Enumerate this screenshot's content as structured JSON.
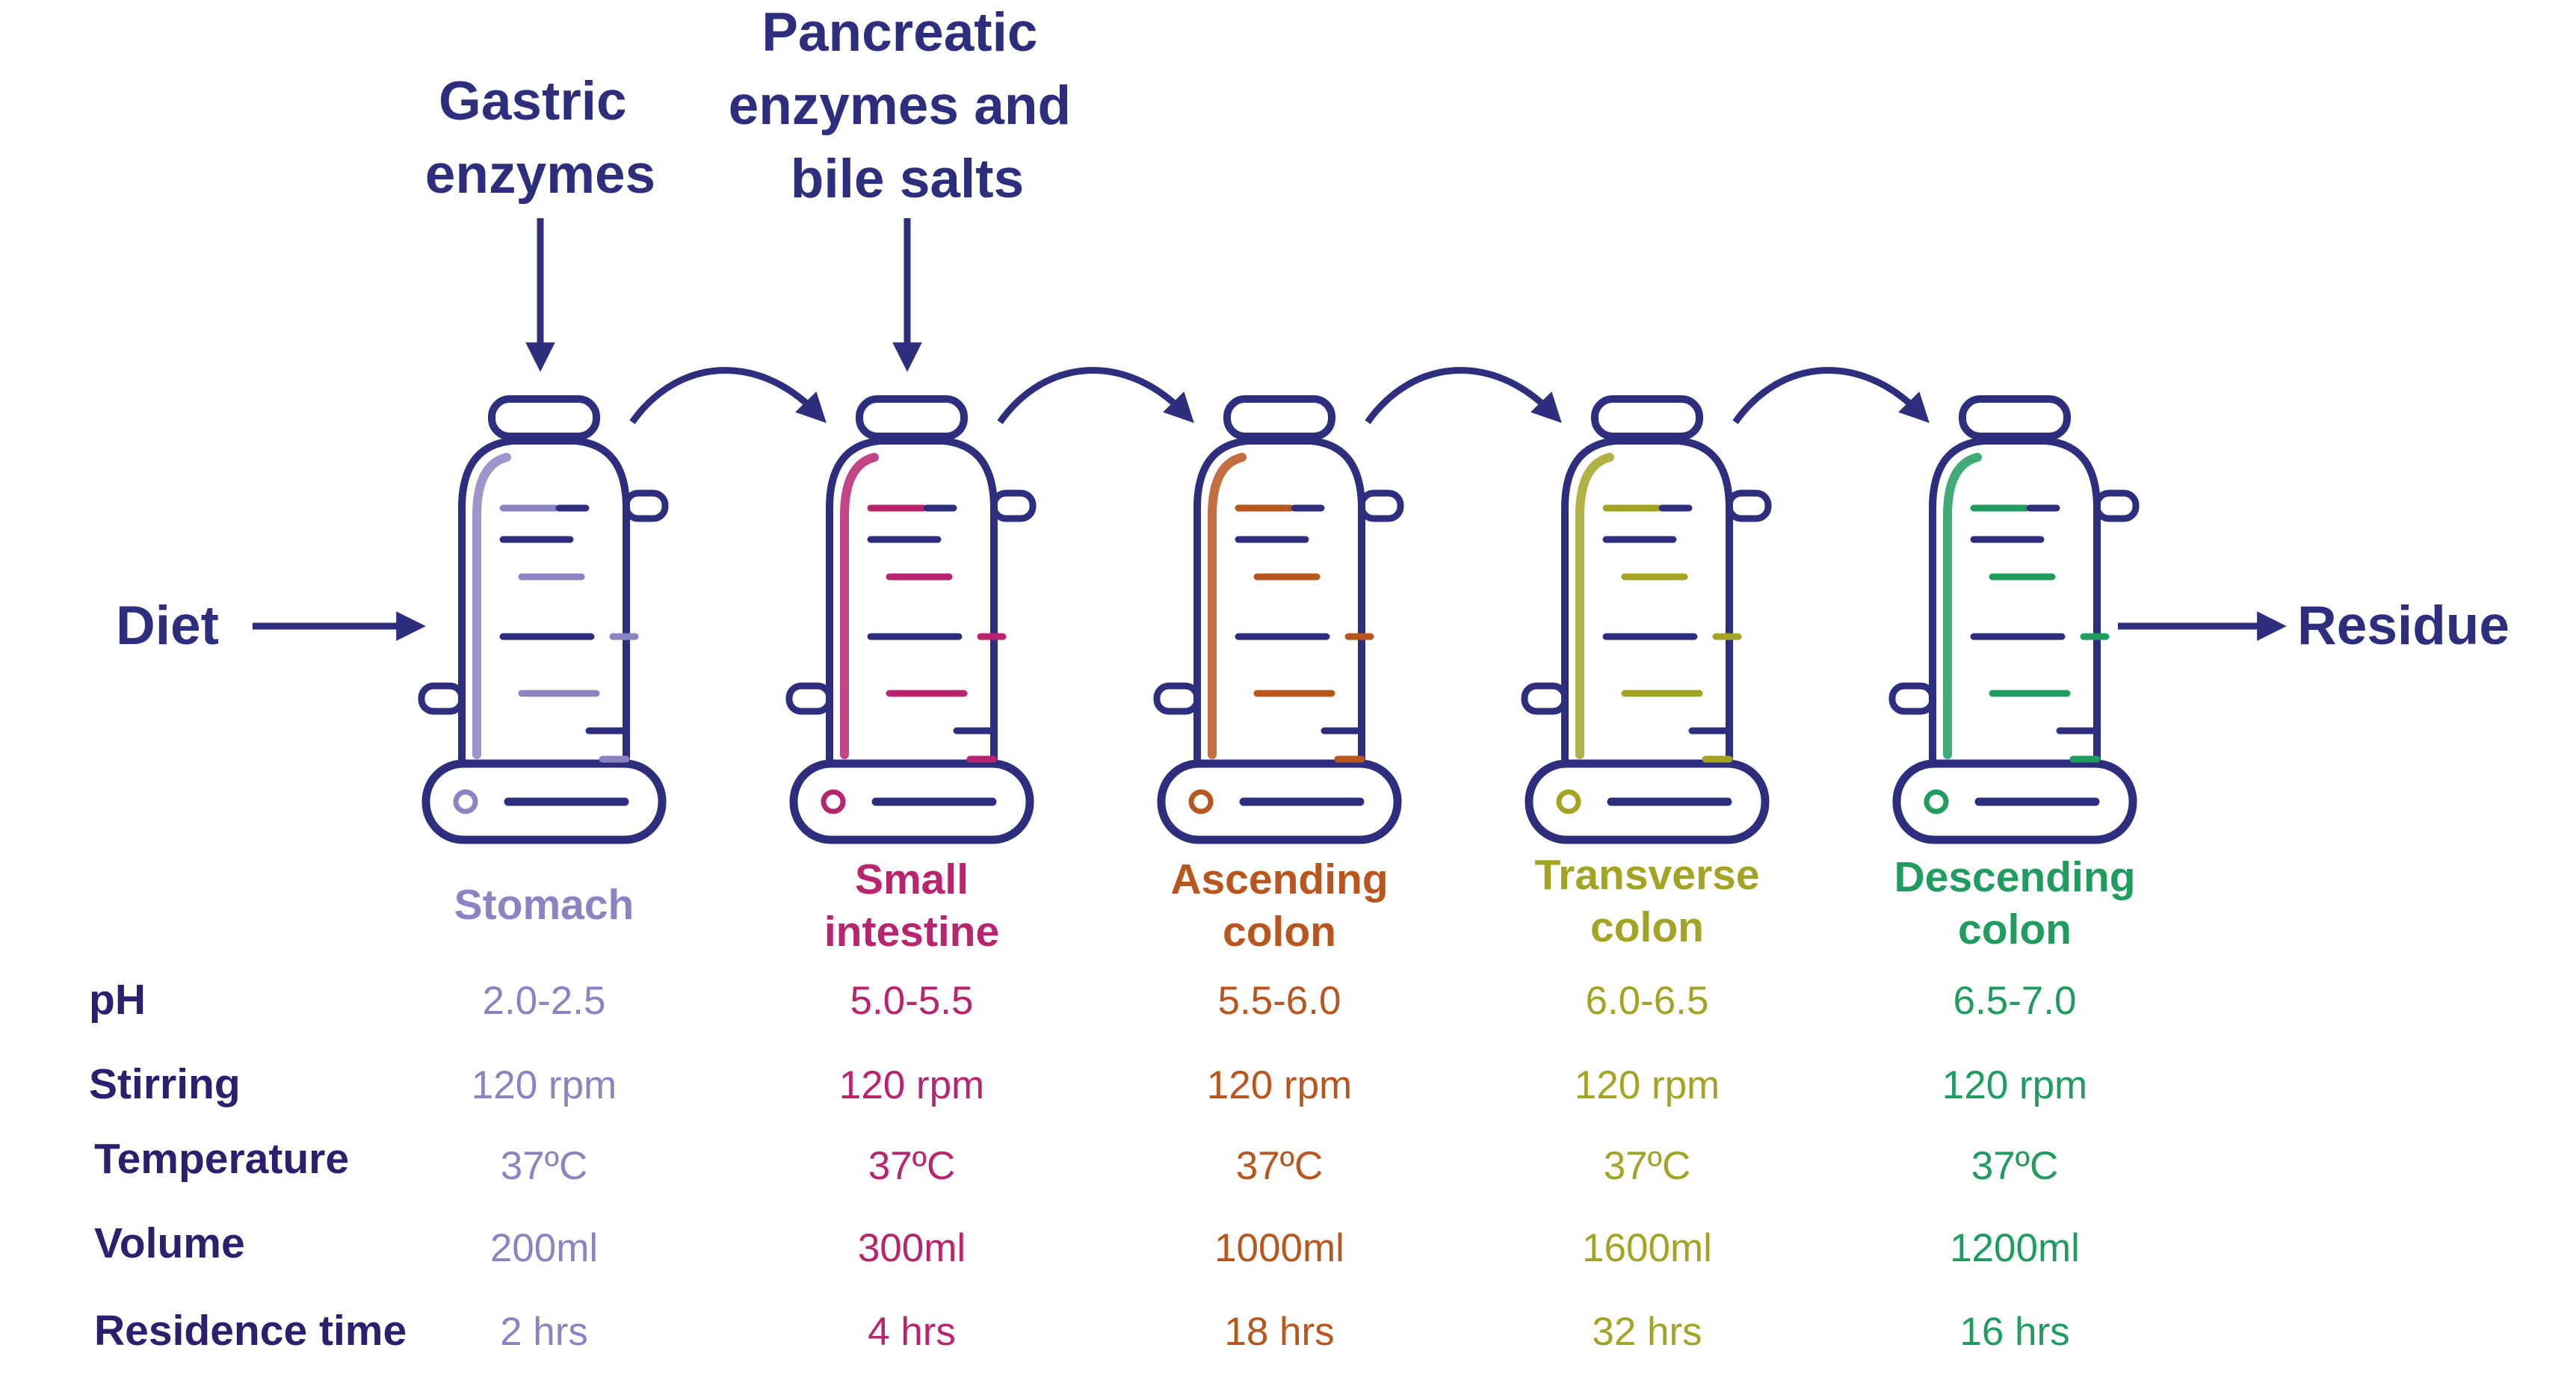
{
  "inputs": {
    "gastric_lines": [
      "Gastric",
      "enzymes"
    ],
    "pancreatic_lines": [
      "Pancreatic",
      "enzymes and",
      "bile salts"
    ],
    "diet": "Diet",
    "residue": "Residue"
  },
  "row_labels": {
    "ph": "pH",
    "stirring": "Stirring",
    "temperature": "Temperature",
    "volume": "Volume",
    "residence_time": "Residence time"
  },
  "colors": {
    "outline": "#2e2e7f",
    "text_dark": "#2e1f6e",
    "stomach": "#8a85c2",
    "small_intestine": "#b8246e",
    "ascending_colon": "#b8561e",
    "transverse_colon": "#a3a324",
    "descending_colon": "#1f9c5e"
  },
  "vessels": [
    {
      "name_lines": [
        "Stomach"
      ],
      "ph": "2.0-2.5",
      "stirring": "120 rpm",
      "temperature": "37ºC",
      "volume": "200ml",
      "residence_time": "2 hrs",
      "color": "#8a85c2"
    },
    {
      "name_lines": [
        "Small",
        "intestine"
      ],
      "ph": "5.0-5.5",
      "stirring": "120 rpm",
      "temperature": "37ºC",
      "volume": "300ml",
      "residence_time": "4 hrs",
      "color": "#b8246e"
    },
    {
      "name_lines": [
        "Ascending",
        "colon"
      ],
      "ph": "5.5-6.0",
      "stirring": "120 rpm",
      "temperature": "37ºC",
      "volume": "1000ml",
      "residence_time": "18 hrs",
      "color": "#b8561e"
    },
    {
      "name_lines": [
        "Transverse",
        "colon"
      ],
      "ph": "6.0-6.5",
      "stirring": "120 rpm",
      "temperature": "37ºC",
      "volume": "1600ml",
      "residence_time": "32 hrs",
      "color": "#a3a324"
    },
    {
      "name_lines": [
        "Descending",
        "colon"
      ],
      "ph": "6.5-7.0",
      "stirring": "120 rpm",
      "temperature": "37ºC",
      "volume": "1200ml",
      "residence_time": "16 hrs",
      "color": "#1f9c5e"
    }
  ]
}
